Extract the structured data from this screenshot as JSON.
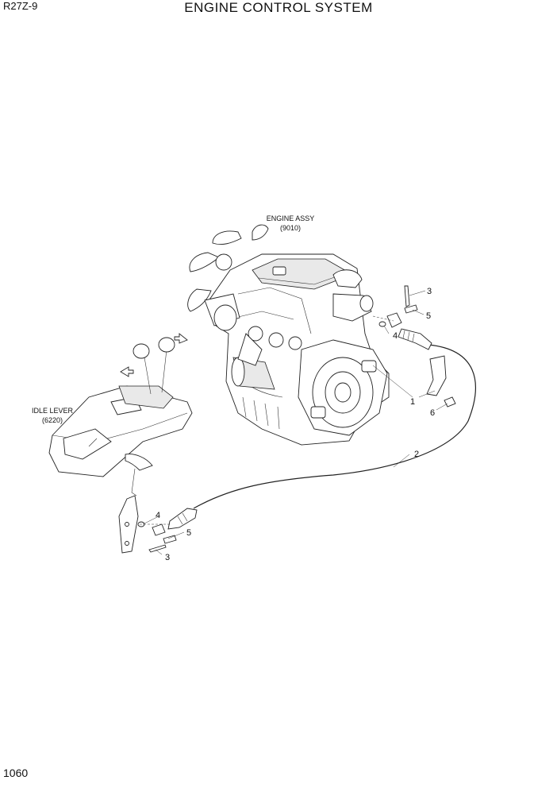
{
  "header": {
    "model": "R27Z-9",
    "title": "ENGINE CONTROL SYSTEM"
  },
  "footer": {
    "page_number": "1060"
  },
  "labels": {
    "engine_assy_name": "ENGINE ASSY",
    "engine_assy_code": "(9010)",
    "idle_lever_name": "IDLE LEVER",
    "idle_lever_code": "(6220)"
  },
  "callouts": {
    "c1": "1",
    "c2": "2",
    "c3_top": "3",
    "c3_bottom": "3",
    "c4_top": "4",
    "c4_bottom": "4",
    "c5_top": "5",
    "c5_bottom": "5",
    "c6": "6"
  }
}
